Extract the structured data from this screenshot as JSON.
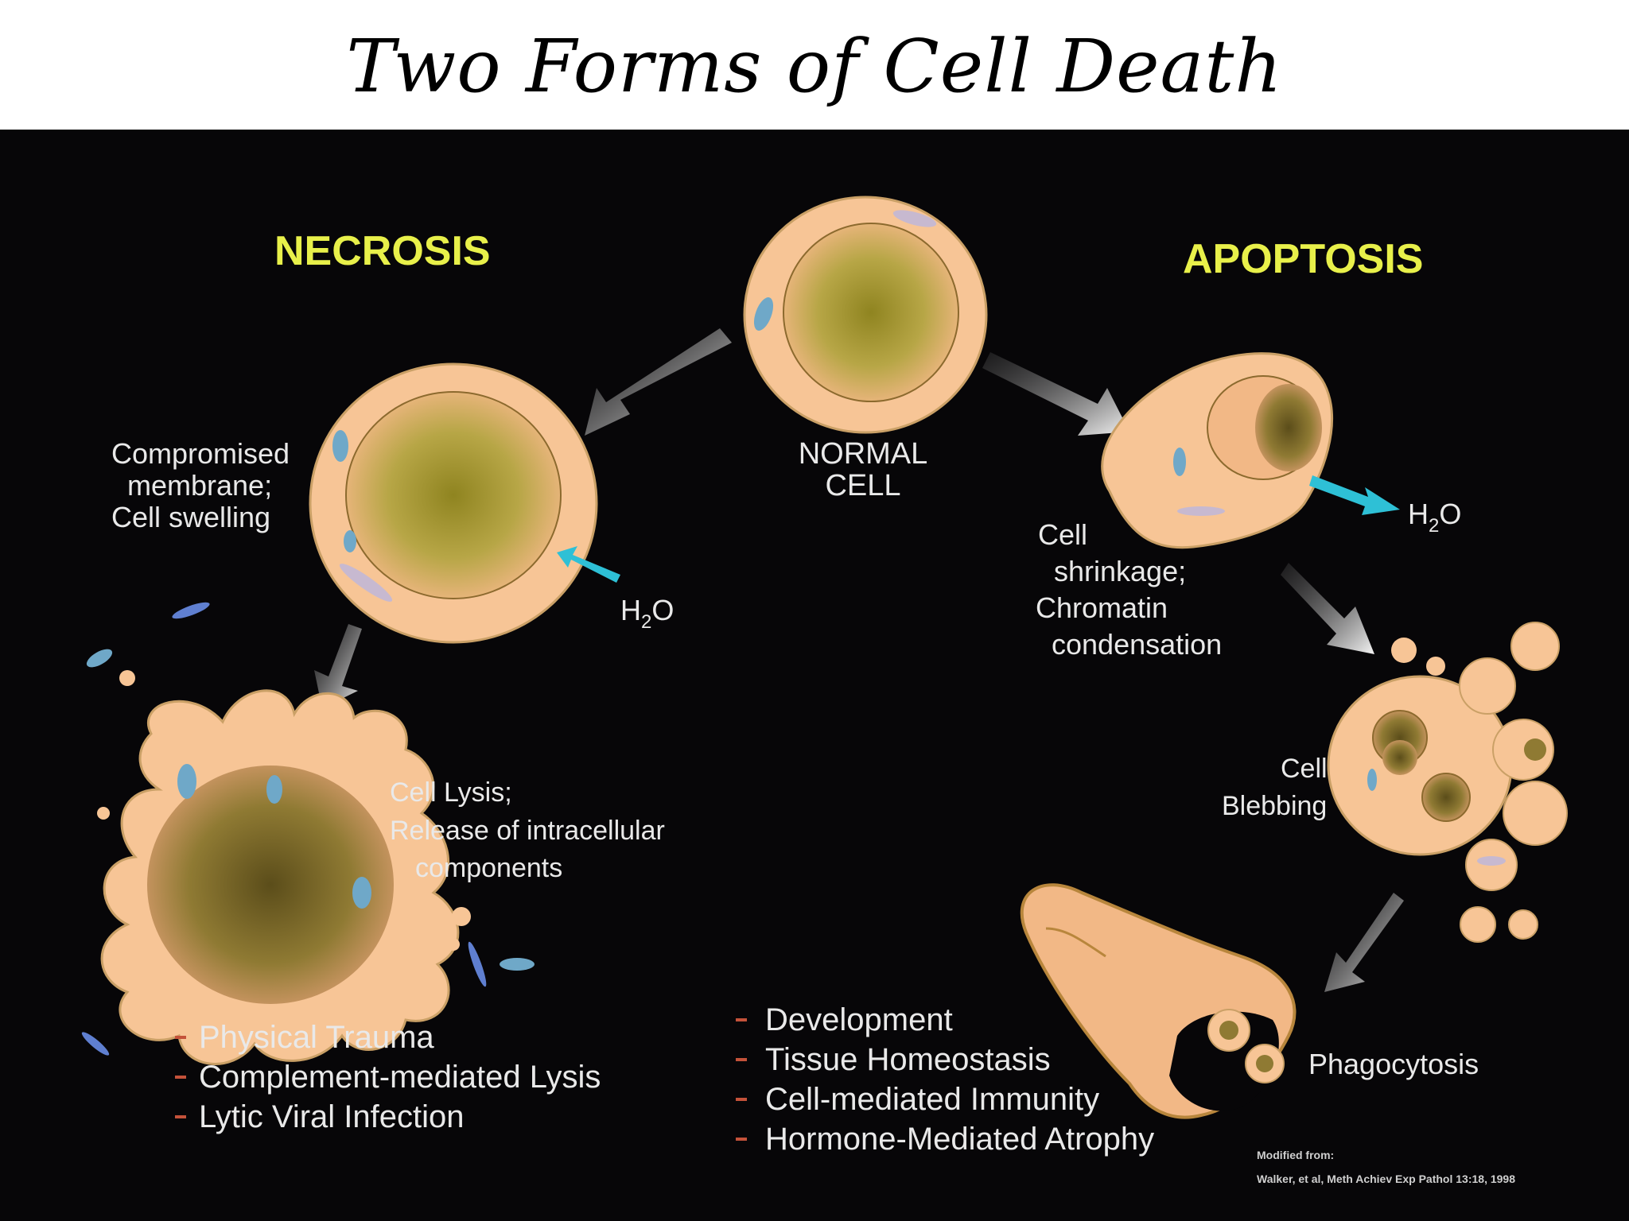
{
  "title": "Two Forms of Cell Death",
  "headings": {
    "necrosis": "NECROSIS",
    "apoptosis": "APOPTOSIS"
  },
  "normal_cell": {
    "line1": "NORMAL",
    "line2": "CELL"
  },
  "necrosis": {
    "swelling": [
      "Compromised",
      "membrane;",
      "Cell swelling"
    ],
    "water": "H",
    "water_sub": "2",
    "water_o": "O",
    "lysis": [
      "Cell Lysis;",
      "Release of intracellular",
      "components"
    ],
    "causes": [
      "Physical Trauma",
      "Complement-mediated Lysis",
      "Lytic Viral Infection"
    ]
  },
  "apoptosis": {
    "water": "H",
    "water_sub": "2",
    "water_o": "O",
    "shrinkage": [
      "Cell",
      "shrinkage;",
      "Chromatin",
      "condensation"
    ],
    "blebbing": [
      "Cell",
      "Blebbing"
    ],
    "phagocytosis": "Phagocytosis",
    "causes": [
      "Development",
      "Tissue Homeostasis",
      "Cell-mediated Immunity",
      "Hormone-Mediated Atrophy"
    ]
  },
  "credit": {
    "line1": "Modified from:",
    "line2": "Walker, et al, Meth Achiev Exp Pathol 13:18, 1998"
  },
  "colors": {
    "cell_fill": "#f7c596",
    "cell_edge": "#b8863c",
    "nucleus": "#a99a2e",
    "heading": "#e8f04a",
    "background": "#070608"
  }
}
